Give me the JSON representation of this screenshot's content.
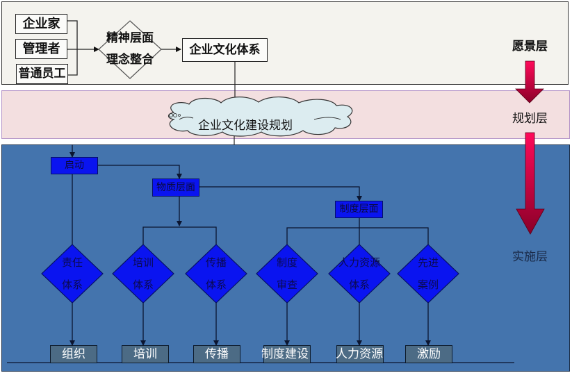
{
  "layers": {
    "vision": "愿景层",
    "planning": "规划层",
    "implementation": "实施层"
  },
  "vision": {
    "sources": [
      "企业家",
      "管理者",
      "普通员工"
    ],
    "integration_lines": [
      "精神层面",
      "理念整合"
    ],
    "culture_system": "企业文化体系"
  },
  "planning": {
    "cloud_label": "企业文化建设规划"
  },
  "implementation": {
    "start": "启动",
    "material_level": "物质层面",
    "institution_level": "制度层面",
    "diamonds": [
      {
        "line1": "责任",
        "line2": "体系"
      },
      {
        "line1": "培训",
        "line2": "体系"
      },
      {
        "line1": "传播",
        "line2": "体系"
      },
      {
        "line1": "制度",
        "line2": "审查"
      },
      {
        "line1": "人力资源",
        "line2": "体系"
      },
      {
        "line1": "先进",
        "line2": "案例"
      }
    ],
    "outputs": [
      "组织",
      "培训",
      "传播",
      "制度建设",
      "人力资源",
      "激励"
    ]
  },
  "colors": {
    "vision_bg": "#f4f3ee",
    "planning_bg": "#f3dfe0",
    "implementation_bg": "#4474ad",
    "blue_node": "#0a14f0",
    "output_box": "#4c6b85",
    "layer_arrow": "#c8003c",
    "cloud_fill": "#dcecf0"
  }
}
